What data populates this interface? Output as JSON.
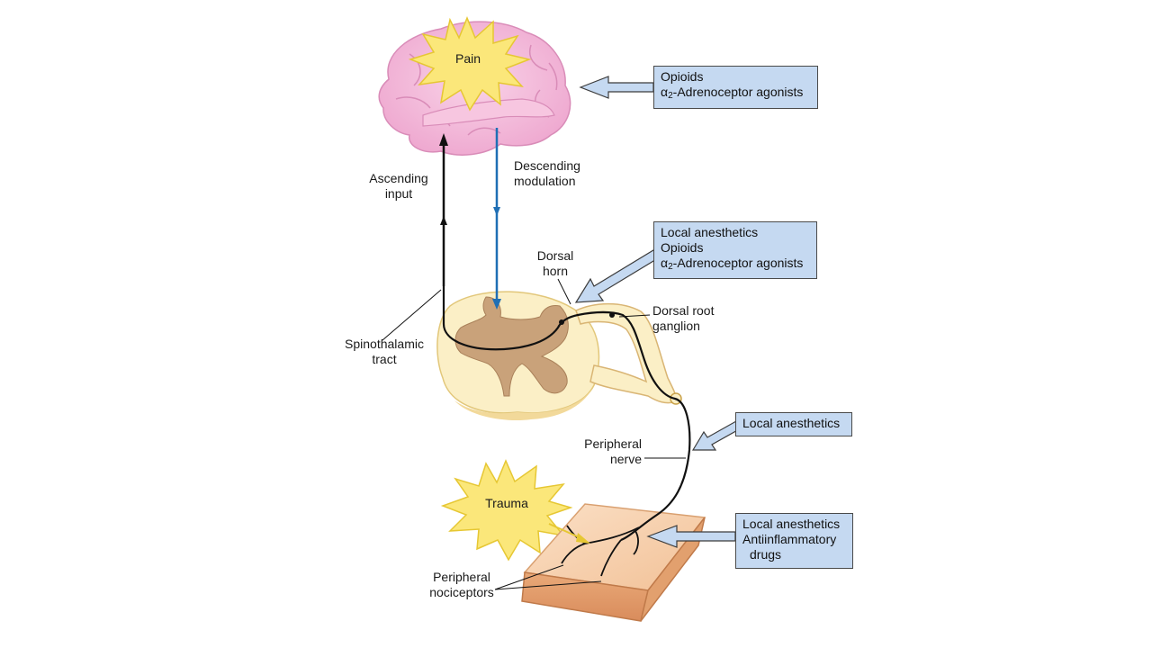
{
  "labels": {
    "pain": "Pain",
    "trauma": "Trauma",
    "ascending_input_1": "Ascending",
    "ascending_input_2": "input",
    "descending_modulation_1": "Descending",
    "descending_modulation_2": "modulation",
    "dorsal_horn_1": "Dorsal",
    "dorsal_horn_2": "horn",
    "dorsal_root_ganglion_1": "Dorsal root",
    "dorsal_root_ganglion_2": "ganglion",
    "spinothalamic_tract_1": "Spinothalamic",
    "spinothalamic_tract_2": "tract",
    "peripheral_nerve_1": "Peripheral",
    "peripheral_nerve_2": "nerve",
    "peripheral_nociceptors_1": "Peripheral",
    "peripheral_nociceptors_2": "nociceptors"
  },
  "drug_boxes": {
    "brain": {
      "line1": "Opioids",
      "line2_prefix": "α",
      "line2_sub": "2",
      "line2_rest": "-Adrenoceptor agonists"
    },
    "dorsal_horn": {
      "line1": "Local anesthetics",
      "line2": "Opioids",
      "line3_prefix": "α",
      "line3_sub": "2",
      "line3_rest": "-Adrenoceptor agonists"
    },
    "peripheral_nerve": {
      "line1": "Local anesthetics"
    },
    "nociceptors": {
      "line1": "Local anesthetics",
      "line2": "Antiinflammatory",
      "line3": "drugs"
    }
  },
  "colors": {
    "brain": "#f3b8d8",
    "brain_outline": "#d98cb8",
    "burst": "#fbe77a",
    "burst_outline": "#e6c733",
    "cord_white": "#fbefc6",
    "cord_gray": "#c9a27a",
    "skin": "#f5c9a0",
    "box_fill": "#c5d9f1",
    "arrow_fill": "#c5d9f1",
    "descending_arrow": "#1f6fb5",
    "nerve": "#111111"
  }
}
